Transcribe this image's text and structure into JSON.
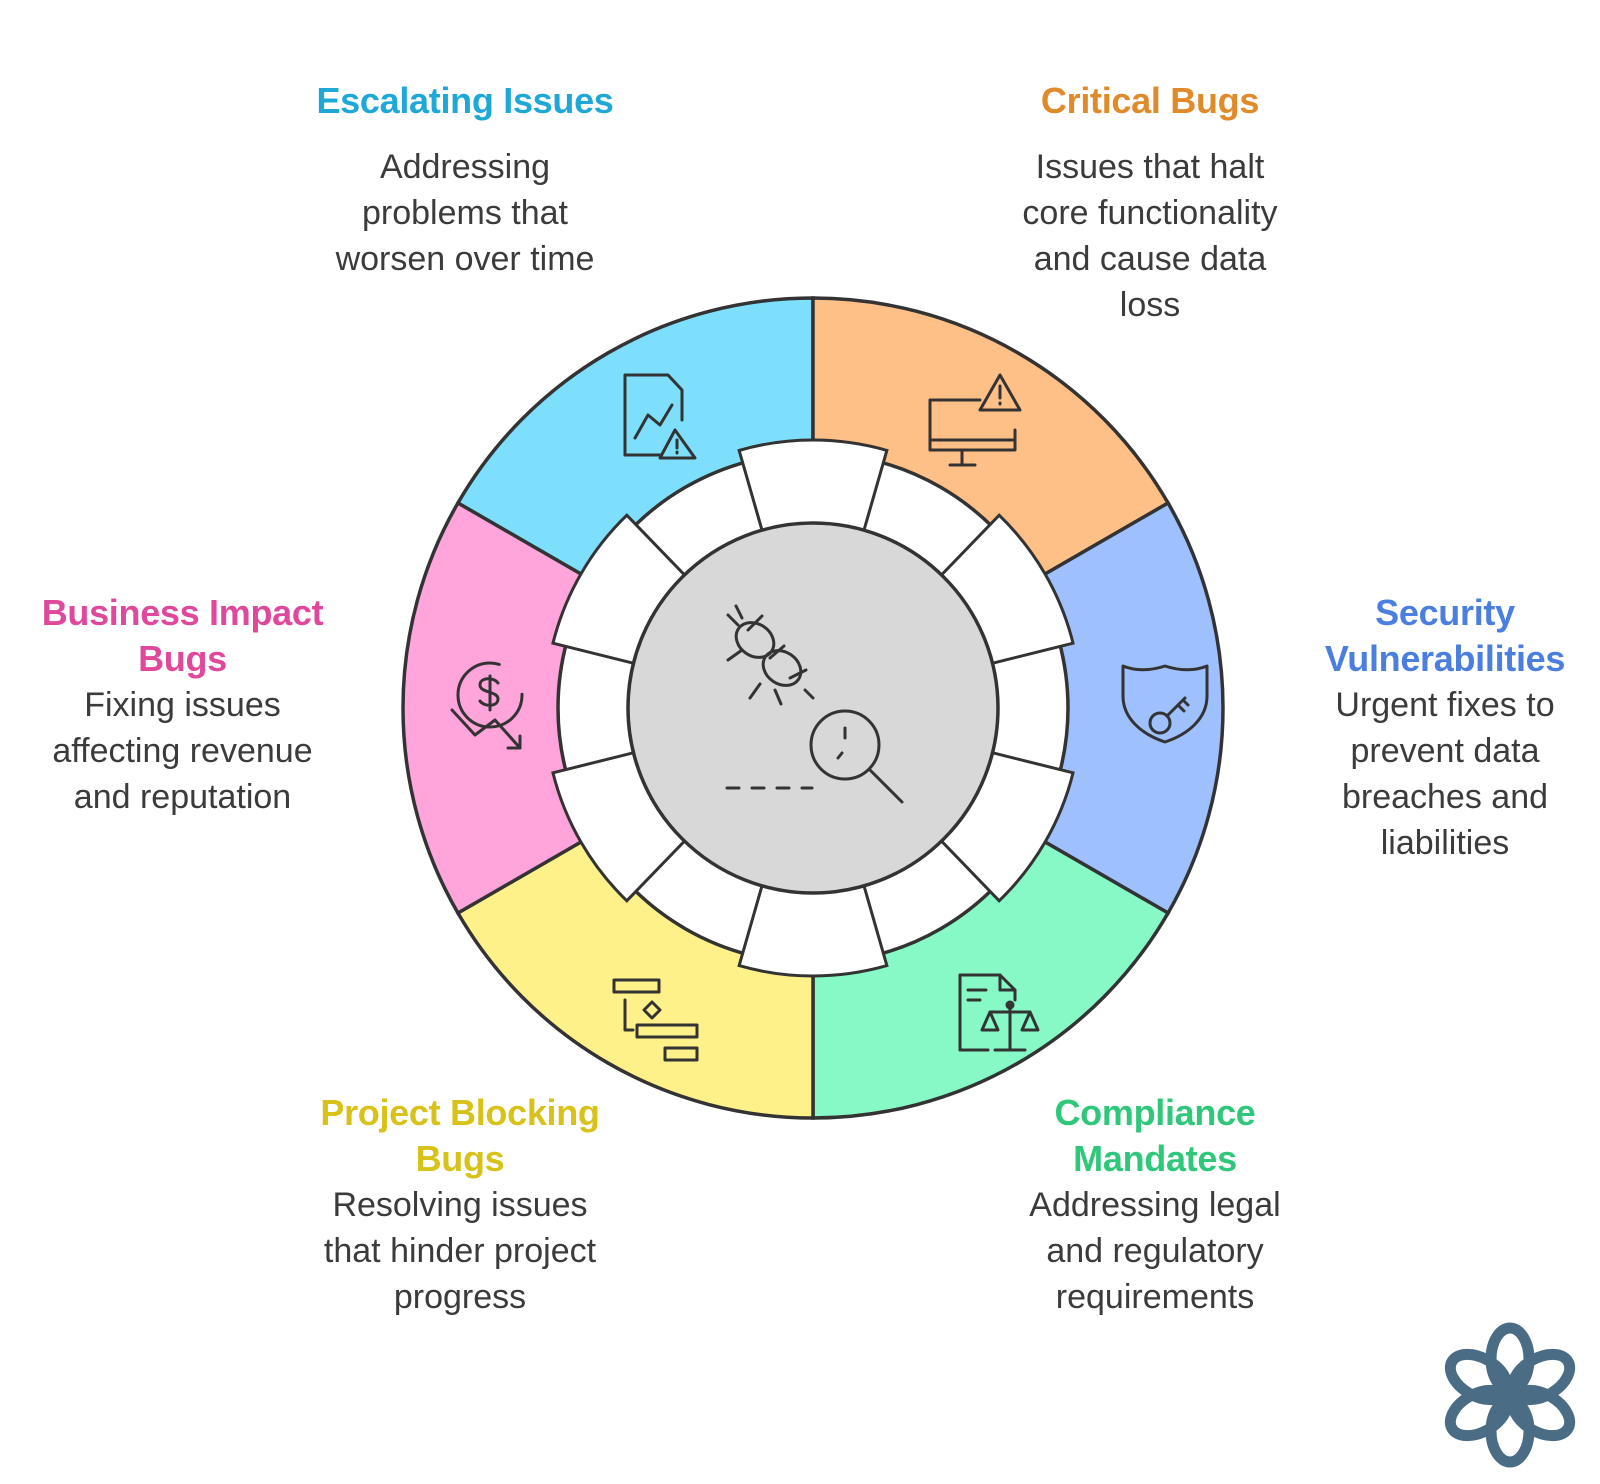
{
  "center": {
    "icon": "bug-magnifier-icon"
  },
  "segments": [
    {
      "id": "escalating",
      "title": "Escalating Issues",
      "description": "Addressing problems that worsen over time",
      "lines": [
        "Addressing",
        "problems that",
        "worsen over time"
      ],
      "fill": "#7ddffc",
      "title_color": "#1ea8d8",
      "icon": "chart-warning-icon"
    },
    {
      "id": "critical",
      "title": "Critical Bugs",
      "description": "Issues that halt core functionality and cause data loss",
      "lines": [
        "Issues that halt",
        "core functionality",
        "and cause data",
        "loss"
      ],
      "fill": "#ffc088",
      "title_color": "#e08a2a",
      "icon": "monitor-warning-icon"
    },
    {
      "id": "security",
      "title": "Security Vulnerabilities",
      "title_lines": [
        "Security",
        "Vulnerabilities"
      ],
      "description": "Urgent fixes to prevent data breaches and liabilities",
      "lines": [
        "Urgent fixes to",
        "prevent data",
        "breaches and",
        "liabilities"
      ],
      "fill": "#9fc0ff",
      "title_color": "#4a7fe0",
      "icon": "shield-key-icon"
    },
    {
      "id": "compliance",
      "title": "Compliance Mandates",
      "title_lines": [
        "Compliance",
        "Mandates"
      ],
      "description": "Addressing legal and regulatory requirements",
      "lines": [
        "Addressing legal",
        "and regulatory",
        "requirements"
      ],
      "fill": "#86f9c6",
      "title_color": "#2fc77a",
      "icon": "document-scales-icon"
    },
    {
      "id": "project",
      "title": "Project Blocking Bugs",
      "title_lines": [
        "Project Blocking",
        "Bugs"
      ],
      "description": "Resolving issues that hinder project progress",
      "lines": [
        "Resolving issues",
        "that hinder project",
        "progress"
      ],
      "fill": "#fff18a",
      "title_color": "#d8c21a",
      "icon": "gantt-chart-icon"
    },
    {
      "id": "business",
      "title": "Business Impact Bugs",
      "title_lines": [
        "Business Impact",
        "Bugs"
      ],
      "description": "Fixing issues affecting revenue and reputation",
      "lines": [
        "Fixing issues",
        "affecting revenue",
        "and reputation"
      ],
      "fill": "#ffa5dc",
      "title_color": "#e0489c",
      "icon": "dollar-down-icon"
    }
  ],
  "logo": {
    "icon": "flower-logo-icon",
    "color": "#4a6d85"
  }
}
